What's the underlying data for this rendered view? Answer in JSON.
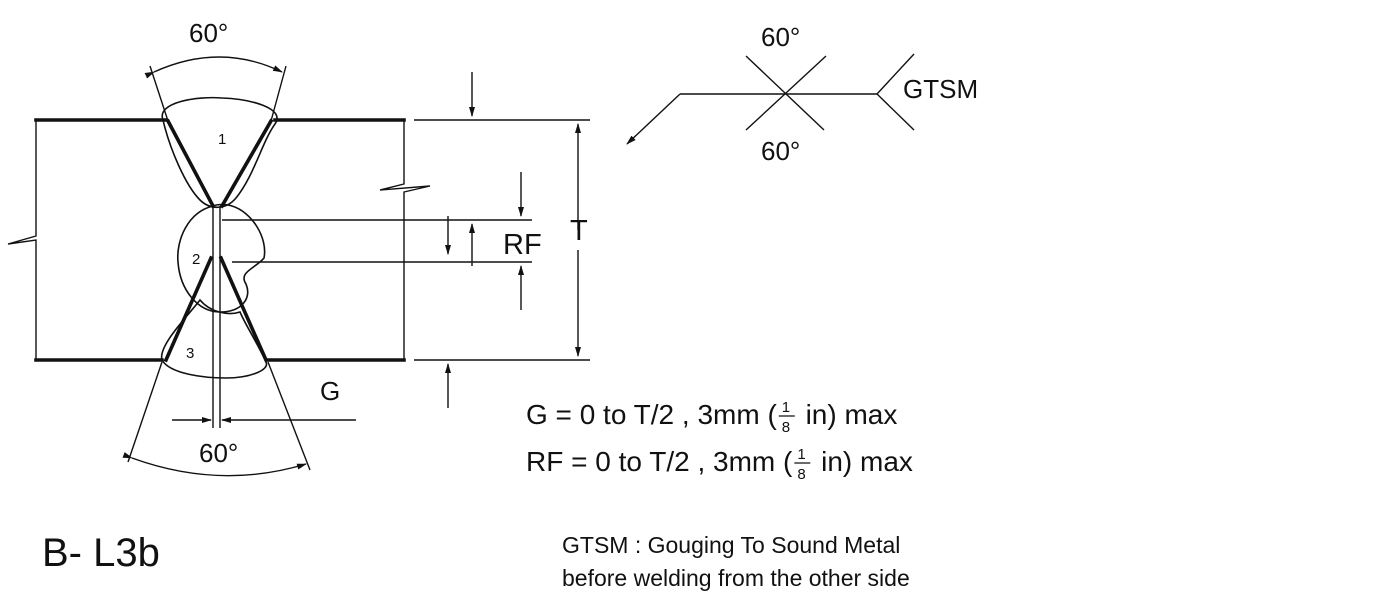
{
  "joint": {
    "top_angle": "60°",
    "bottom_angle": "60°",
    "bead_labels": [
      "1",
      "2",
      "3"
    ],
    "gap_label": "G",
    "root_face_label": "RF",
    "thickness_label": "T"
  },
  "weld_symbol": {
    "arrow_side_angle": "60°",
    "other_side_angle": "60°",
    "tail_note": "GTSM"
  },
  "formulas": [
    {
      "prefix": "G = 0 to T/2 , 3mm (",
      "numerator": "1",
      "denominator": "8",
      "suffix": " in) max"
    },
    {
      "prefix": "RF = 0 to T/2 , 3mm (",
      "numerator": "1",
      "denominator": "8",
      "suffix": " in) max"
    }
  ],
  "designation": "B- L3b",
  "note": {
    "line1": "GTSM : Gouging To Sound Metal",
    "line2": "before welding from the other side"
  }
}
